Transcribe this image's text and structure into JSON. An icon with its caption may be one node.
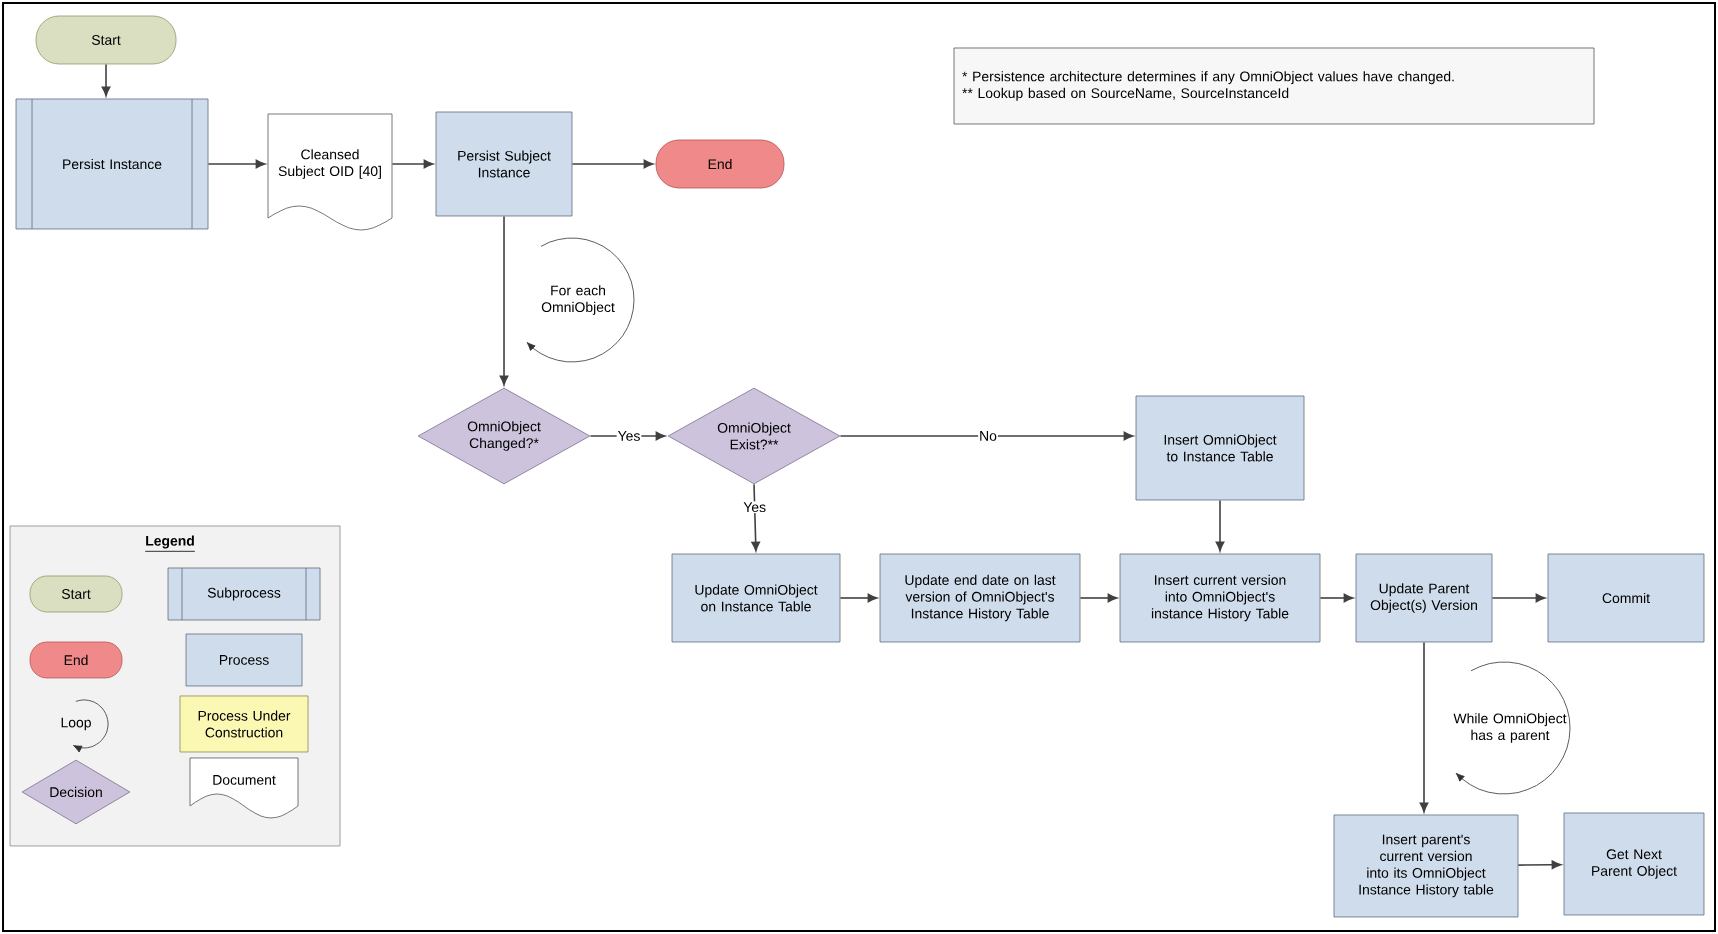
{
  "diagram": {
    "nodes": [
      {
        "text": [
          "Start"
        ]
      },
      {
        "text": [
          "Persist Instance"
        ]
      },
      {
        "text": [
          "Cleansed Subject OID [40]"
        ]
      },
      {
        "text": [
          "Persist Subject Instance"
        ]
      },
      {
        "text": [
          "End"
        ]
      },
      {
        "text": [
          "OmniObject Changed?*"
        ]
      },
      {
        "text": [
          "OmniObject Exist?**"
        ]
      },
      {
        "text": [
          "Insert OmniObject to Instance Table"
        ]
      },
      {
        "text": [
          "Update OmniObject on Instance Table"
        ]
      },
      {
        "text": [
          "Update end date on last version of OmniObject's Instance History Table"
        ]
      },
      {
        "text": [
          "Insert current version into OmniObject's instance History Table"
        ]
      },
      {
        "text": [
          "Update Parent Object(s) Version"
        ]
      },
      {
        "text": [
          "Commit"
        ]
      },
      {
        "text": [
          "Insert parent's current version into its OmniObject Instance History table"
        ]
      },
      {
        "text": [
          "Get Next Parent Object"
        ]
      },
      {
        "text": [
          "*    Persistence architecture determines if any OmniObject values have changed.",
          "**  Lookup based on SourceName, SourceInstanceId"
        ]
      }
    ],
    "edges": [
      {
        "from": 0,
        "to": 1,
        "arrow": "to"
      },
      {
        "from": 1,
        "to": 2,
        "arrow": "to"
      },
      {
        "from": 2,
        "to": 3,
        "arrow": "to"
      },
      {
        "from": 3,
        "to": 4,
        "arrow": "to"
      },
      {
        "from": 3,
        "to": 5,
        "arrow": "to"
      },
      {
        "from": 5,
        "to": 6,
        "arrow": "to",
        "label": "Yes"
      },
      {
        "from": 6,
        "to": 7,
        "arrow": "to",
        "label": "No"
      },
      {
        "from": 6,
        "to": 8,
        "arrow": "to",
        "label": "Yes"
      },
      {
        "from": 7,
        "to": 10,
        "arrow": "to"
      },
      {
        "from": 8,
        "to": 9,
        "arrow": "to"
      },
      {
        "from": 9,
        "to": 10,
        "arrow": "to"
      },
      {
        "from": 10,
        "to": 11,
        "arrow": "to"
      },
      {
        "from": 11,
        "to": 12,
        "arrow": "to"
      },
      {
        "from": 11,
        "to": 13,
        "arrow": "to"
      },
      {
        "from": 13,
        "to": 14,
        "arrow": "to"
      }
    ],
    "labels": [
      "For each OmniObject",
      "Legend",
      "While OmniObject has a parent"
    ],
    "legend": [
      {
        "text": "Start"
      },
      {
        "text": "Subprocess"
      },
      {
        "text": "End"
      },
      {
        "text": "Process"
      },
      {
        "text": "Loop"
      },
      {
        "text": "Process Under Construction"
      },
      {
        "text": "Decision"
      },
      {
        "text": "Document"
      }
    ]
  }
}
